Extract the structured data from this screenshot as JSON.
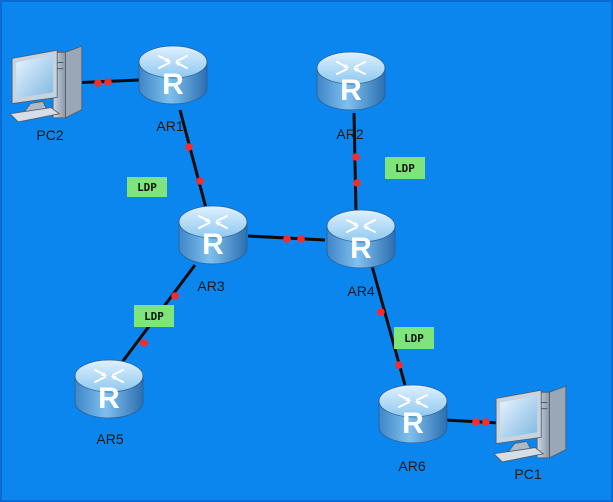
{
  "diagram": {
    "background_color": "#0a86ee",
    "border_color": "#0b6bd6",
    "link_color": "#0b0b0b",
    "port_color": "#ff2a2a",
    "ldp_tag_color": "#7ee57a",
    "routers": [
      {
        "id": "AR1",
        "label": "AR1"
      },
      {
        "id": "AR2",
        "label": "AR2"
      },
      {
        "id": "AR3",
        "label": "AR3"
      },
      {
        "id": "AR4",
        "label": "AR4"
      },
      {
        "id": "AR5",
        "label": "AR5"
      },
      {
        "id": "AR6",
        "label": "AR6"
      }
    ],
    "router_icon": "router-icon",
    "router_glyph": "R",
    "pcs": [
      {
        "id": "PC2",
        "label": "PC2"
      },
      {
        "id": "PC1",
        "label": "PC1"
      }
    ],
    "pc_icon": "pc-icon",
    "ldp_tags": [
      {
        "id": "ldp-ar1-ar3",
        "label": "LDP"
      },
      {
        "id": "ldp-ar2-ar4",
        "label": "LDP"
      },
      {
        "id": "ldp-ar3-ar5",
        "label": "LDP"
      },
      {
        "id": "ldp-ar4-ar6",
        "label": "LDP"
      }
    ]
  }
}
